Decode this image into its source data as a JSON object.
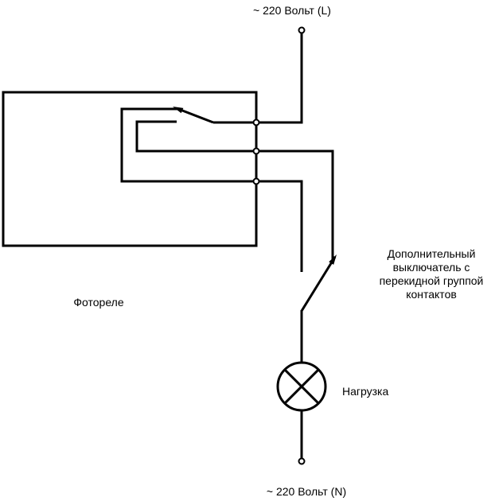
{
  "diagram_type": "electrical-schematic",
  "colors": {
    "line": "#000000",
    "background": "#ffffff"
  },
  "labels": {
    "supply_top": "~ 220 Вольт (L)",
    "supply_bottom": "~ 220 Вольт (N)",
    "photorelay": "Фотореле",
    "load": "Нагрузка",
    "external_switch_lines": [
      "Дополнительный",
      "выключатель с",
      "перекидной группой",
      "контактов"
    ]
  }
}
